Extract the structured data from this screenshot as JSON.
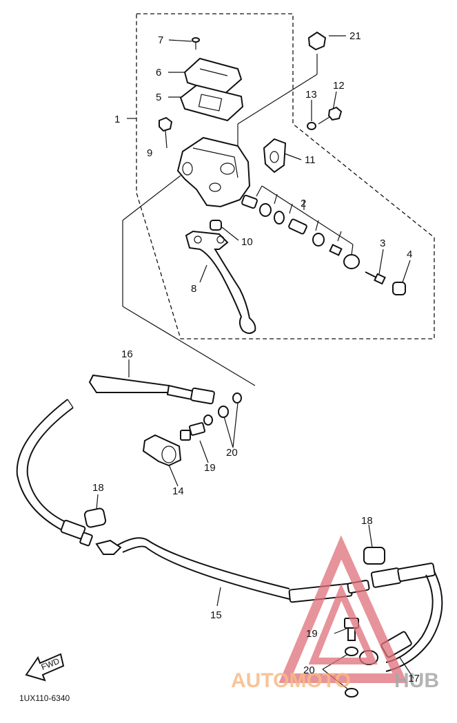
{
  "diagram": {
    "code": "1UX110-6340",
    "fwd_arrow_text": "FWD",
    "labels": {
      "p1": "1",
      "p2": "2",
      "p3": "3",
      "p4": "4",
      "p5": "5",
      "p6": "6",
      "p7": "7",
      "p8": "8",
      "p9": "9",
      "p10": "10",
      "p11": "11",
      "p12": "12",
      "p13": "13",
      "p14": "14",
      "p15": "15",
      "p16": "16",
      "p17": "17",
      "p18a": "18",
      "p18b": "18",
      "p19a": "19",
      "p19b": "19",
      "p20a": "20",
      "p20b": "20",
      "p21": "21"
    }
  },
  "watermark": {
    "text_primary": "AUTOMOTO",
    "text_secondary": "HUB",
    "color_primary": "#f4a460",
    "color_secondary": "#8a8a8a",
    "triangle_color": "#e0707a"
  }
}
